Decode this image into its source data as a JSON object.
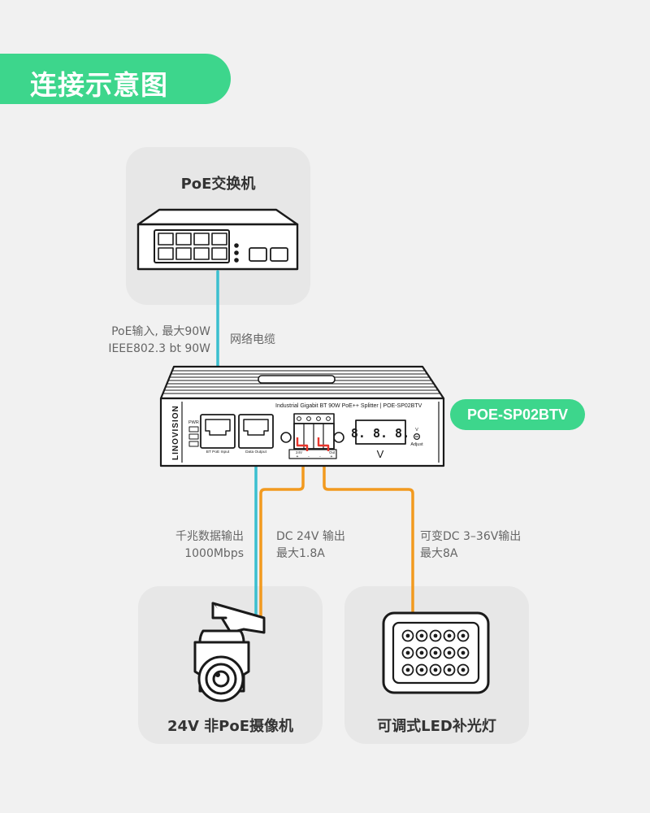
{
  "title": "连接示意图",
  "nodes": {
    "switch": {
      "label": "PoE交换机"
    },
    "camera": {
      "label": "24V 非PoE摄像机"
    },
    "led": {
      "label": "可调式LED补光灯"
    }
  },
  "device": {
    "model_badge": "POE-SP02BTV",
    "brand": "LINOVISION",
    "header_text": "Industrial Gigabit BT 90W PoE++ Splitter | POE-SP02BTV",
    "pwr_label": "PWR",
    "port_in_label": "BT PoE Input",
    "port_out_label": "Data Output",
    "terminal_label_1": "24V",
    "terminal_label_2": "Out",
    "terminal_sign_plus": "+",
    "terminal_sign_minus": "-",
    "display_text": "8. 8. 8.",
    "volt_mark": "V",
    "volt_unit": "V",
    "adjust_label": "Adjust"
  },
  "annotations": {
    "poe_input": [
      "PoE输入, 最大90W",
      "IEEE802.3 bt 90W"
    ],
    "cable": "网络电缆",
    "data_output": [
      "千兆数据输出",
      "1000Mbps"
    ],
    "dc24": [
      "DC 24V 输出",
      "最大1.8A"
    ],
    "dc_var": [
      "可变DC 3–36V输出",
      "最大8A"
    ]
  },
  "colors": {
    "accent_green": "#3dd68c",
    "data_cable": "#3bbfcf",
    "power_cable": "#f29a1f",
    "terminal_red": "#e8352b"
  }
}
